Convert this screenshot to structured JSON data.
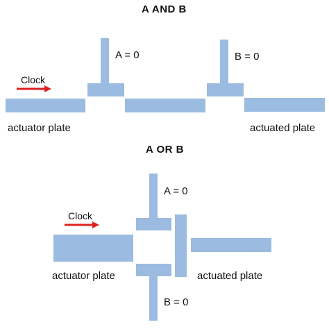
{
  "diagram": {
    "bar_color": "#9bbbe0",
    "arrow_color": "#e02020",
    "and_panel": {
      "title": "A  AND  B",
      "clock_label": "Clock",
      "input_a": "A  =   0",
      "input_b": "B  =   0",
      "left_label": "actuator plate",
      "right_label": "actuated plate"
    },
    "or_panel": {
      "title": "A  OR  B",
      "clock_label": "Clock",
      "input_a": "A  =   0",
      "input_b": "B =   0",
      "left_label": "actuator plate",
      "right_label": "actuated plate"
    }
  }
}
